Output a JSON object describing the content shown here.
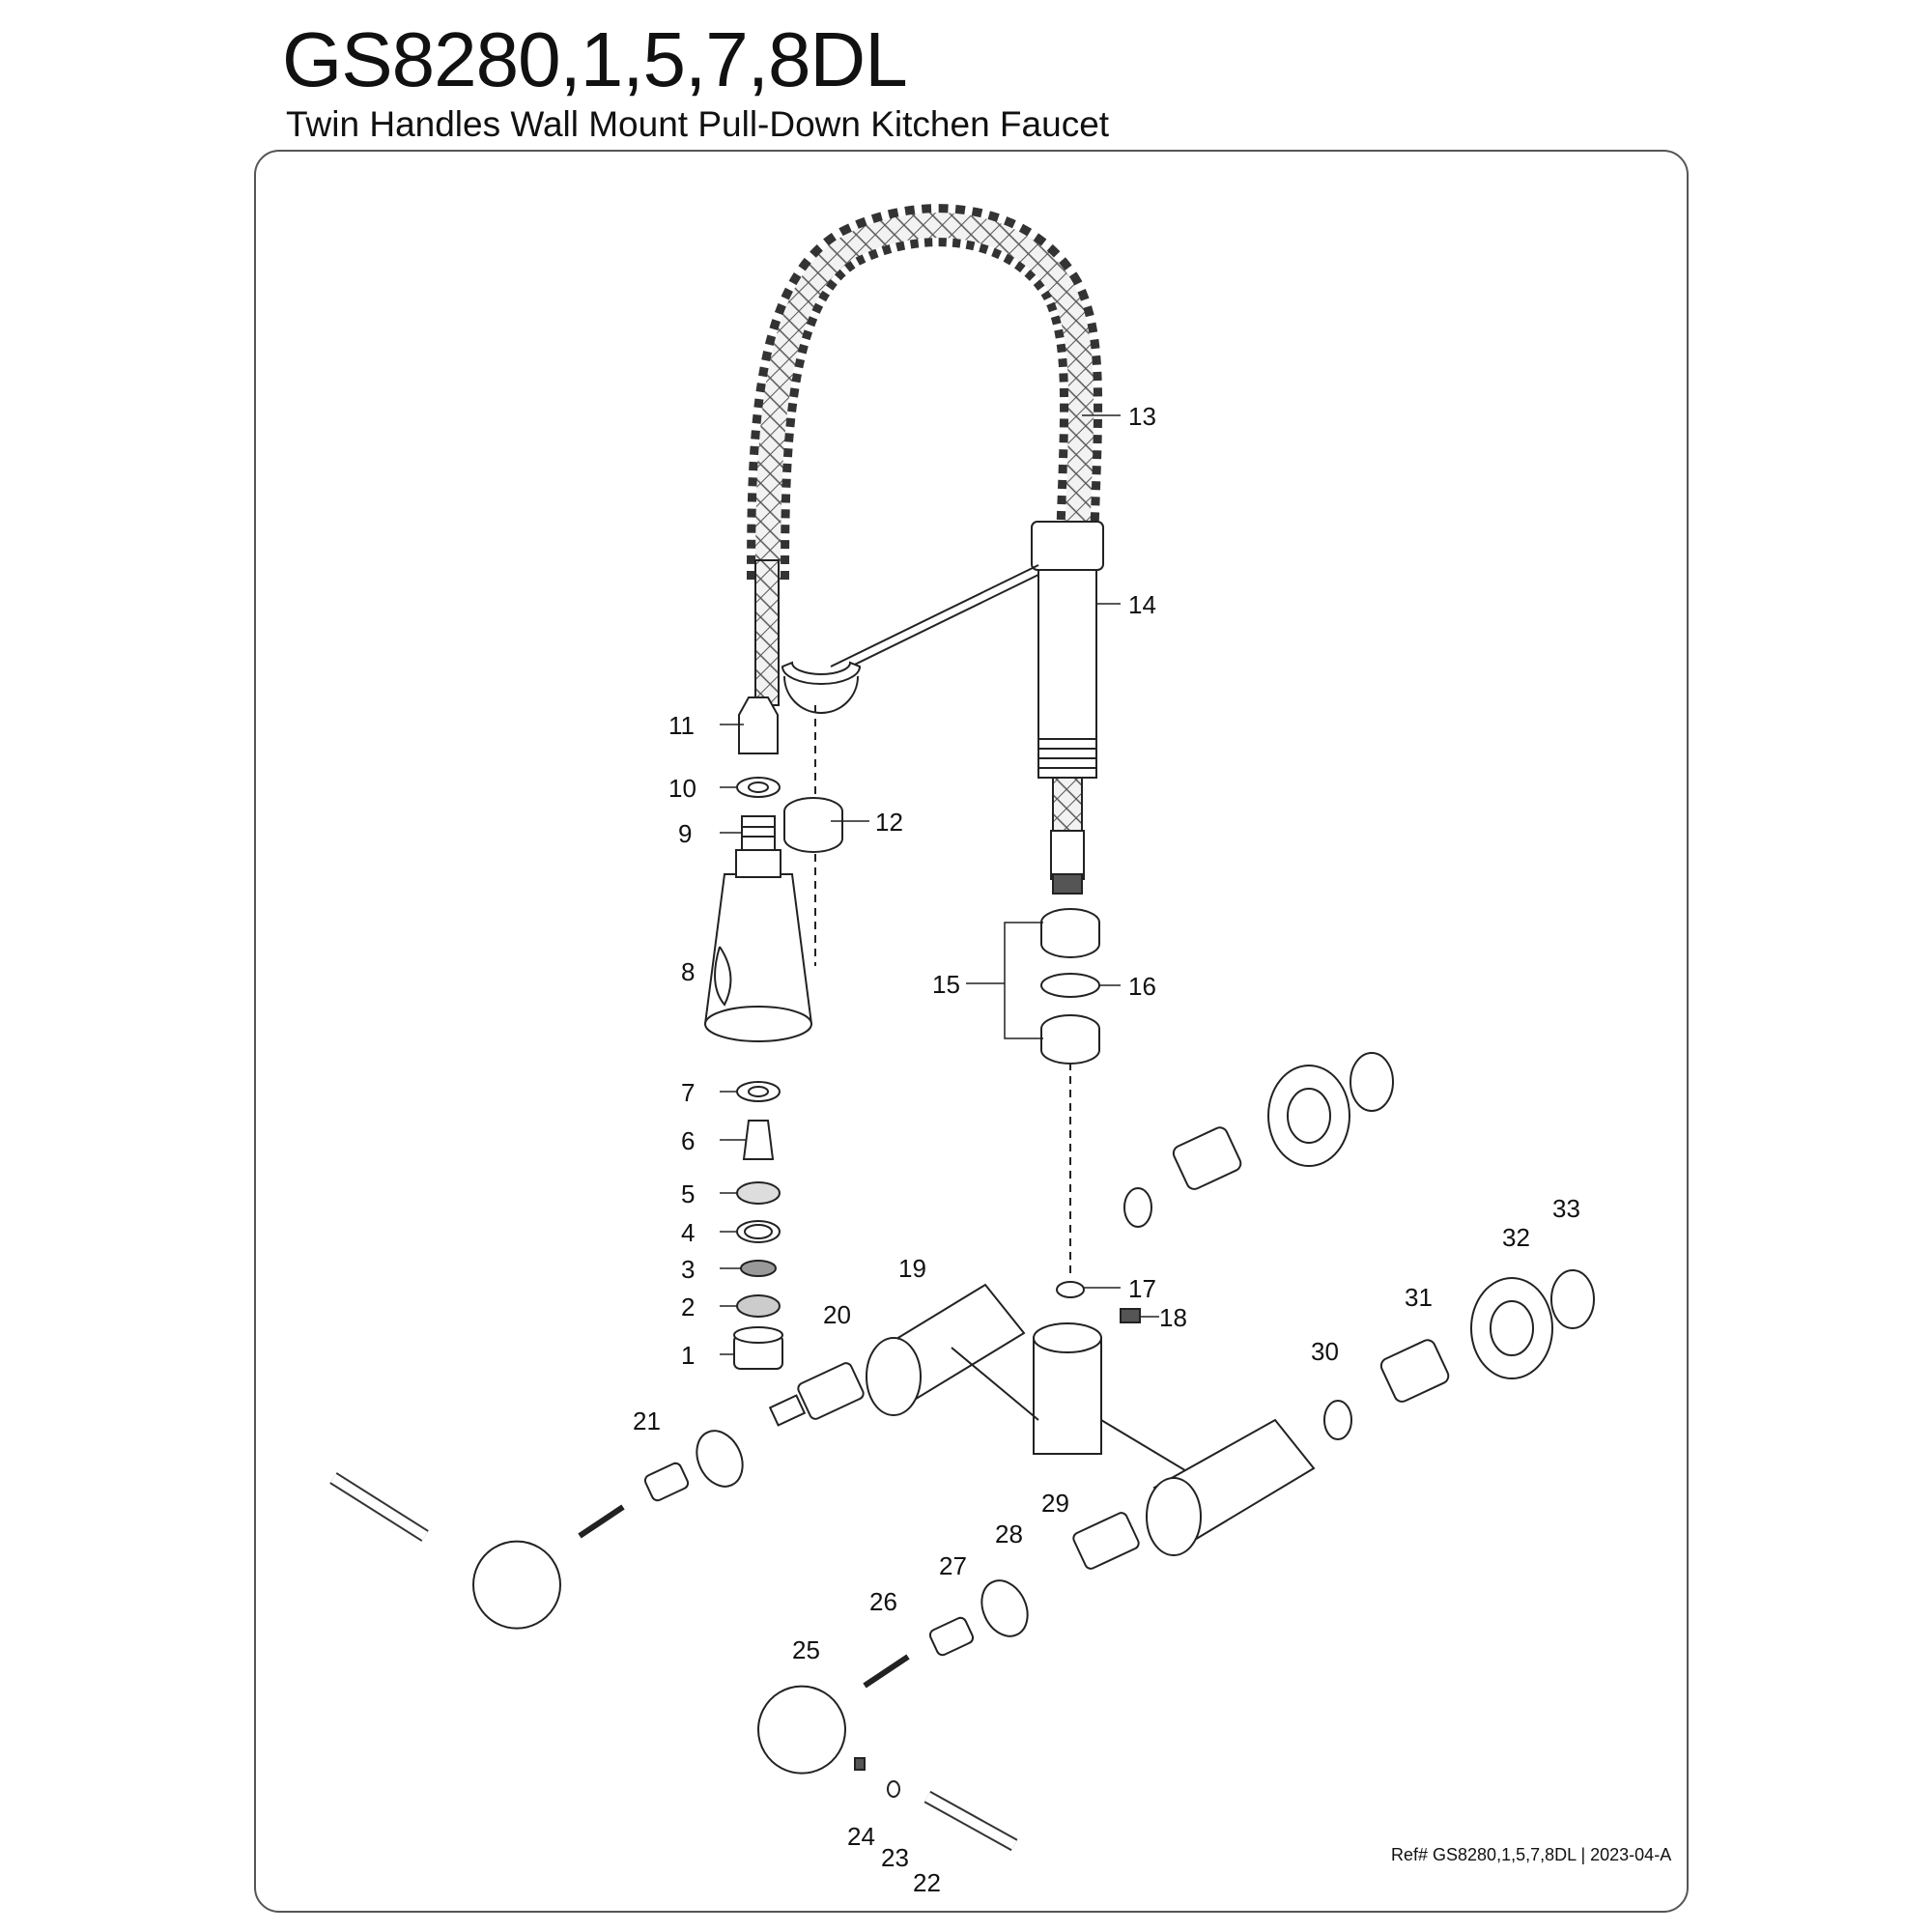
{
  "header": {
    "model": "GS8280,1,5,7,8DL",
    "description": "Twin Handles Wall Mount Pull-Down Kitchen Faucet"
  },
  "footer": {
    "reference": "Ref# GS8280,1,5,7,8DL | 2023-04-A"
  },
  "callouts": [
    "1",
    "2",
    "3",
    "4",
    "5",
    "6",
    "7",
    "8",
    "9",
    "10",
    "11",
    "12",
    "13",
    "14",
    "15",
    "16",
    "17",
    "18",
    "19",
    "20",
    "21",
    "22",
    "23",
    "24",
    "25",
    "26",
    "27",
    "28",
    "29",
    "30",
    "31",
    "32",
    "33"
  ]
}
